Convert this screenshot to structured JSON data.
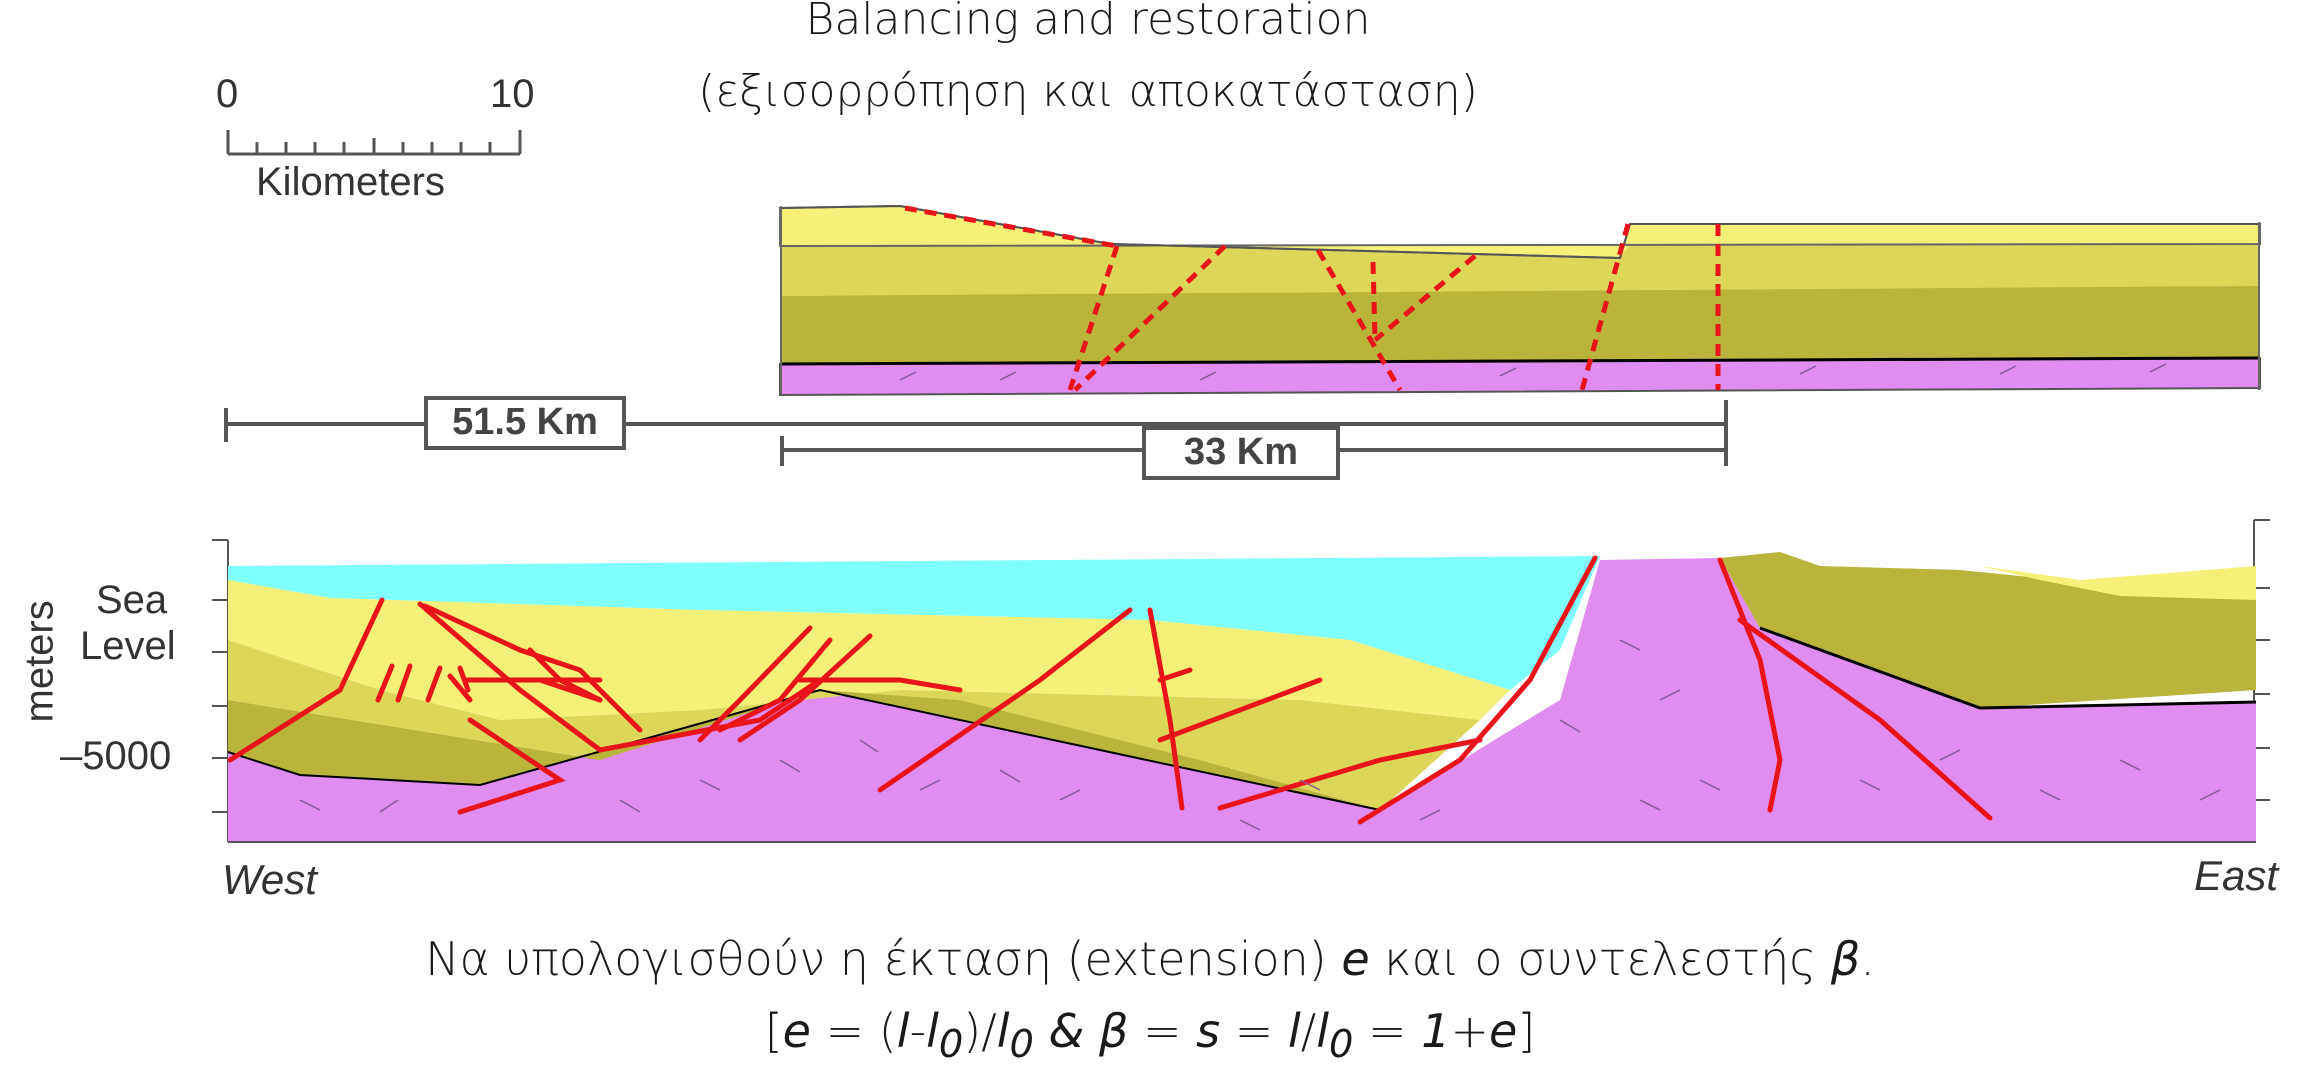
{
  "title": {
    "line1": "Balancing and restoration",
    "line2": "(εξισορρόπηση και αποκατάσταση)"
  },
  "scale_bar": {
    "label_start": "0",
    "label_end": "10",
    "unit": "Kilometers"
  },
  "dimensions": {
    "deformed_length": "51.5 Km",
    "restored_length": "33 Km"
  },
  "axis": {
    "title": "meters",
    "sea_level_line1": "Sea",
    "sea_level_line2": "Level",
    "depth_label": "–5000"
  },
  "directions": {
    "left": "West",
    "right": "East"
  },
  "question": {
    "text_part1": "Να υπολογισθούν η έκταση (extension) ",
    "e_symbol": "e",
    "text_part2": " και ο συντελεστής ",
    "beta_symbol": "β",
    "text_part3": "."
  },
  "formula": {
    "open": "[",
    "e": "e",
    "eq1": " = (",
    "l": "l",
    "minus": "-",
    "l0a": "l",
    "sub0a": "0",
    "div": ")/",
    "l0b": "l",
    "sub0b": "0",
    "amp": " & ",
    "beta": "β",
    "eq2": " = ",
    "s": "s",
    "eq3": " = ",
    "l2": "l",
    "slash": "/",
    "l0c": "l",
    "sub0c": "0",
    "eq4": " = ",
    "one": "1",
    "plus": "+",
    "e2": "e",
    "close": "]"
  },
  "colors": {
    "sea": "#7fffff",
    "light_yellow": "#f5f07a",
    "mid_yellow": "#dcd75a",
    "olive": "#b8b43c",
    "basement": "#e08cf0",
    "fault": "#e8141a"
  }
}
